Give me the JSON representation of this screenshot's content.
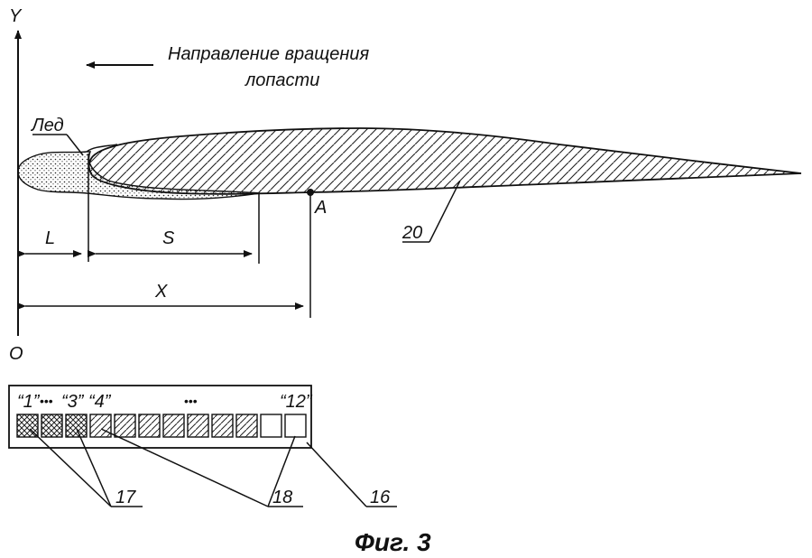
{
  "axes": {
    "y_label": "Y",
    "origin_label": "O"
  },
  "rotation": {
    "line1": "Направление вращения",
    "line2": "лопасти"
  },
  "ice_label": "Лед",
  "point_label": "A",
  "dims": {
    "L": "L",
    "S": "S",
    "X": "X"
  },
  "callouts": {
    "profile": "20",
    "panel": "16",
    "filled_cells": "17",
    "empty_cells": "18"
  },
  "indicator": {
    "labels": [
      "“1”",
      "•••",
      "“3”",
      "“4”",
      "•••",
      "“12”"
    ],
    "cells": [
      "cross",
      "cross",
      "cross",
      "hatch",
      "hatch",
      "hatch",
      "hatch",
      "hatch",
      "hatch",
      "hatch",
      "empty",
      "empty"
    ]
  },
  "caption": "Фиг. 3"
}
